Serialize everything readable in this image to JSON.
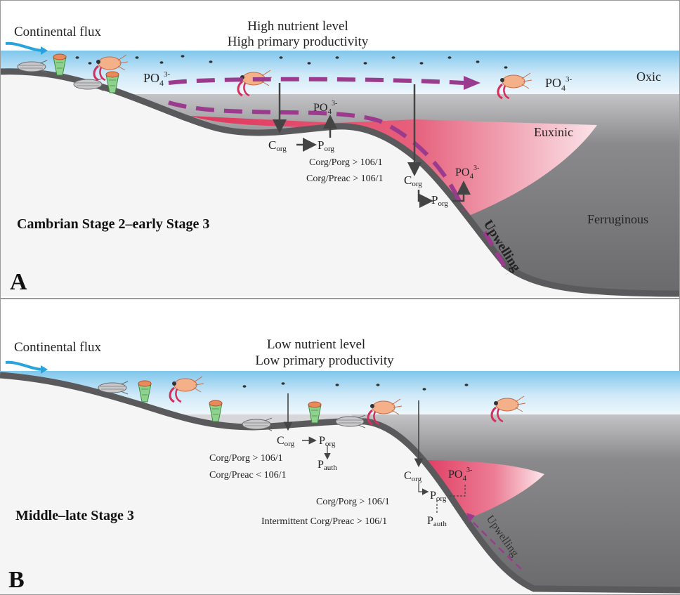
{
  "colors": {
    "water_top": "#7fc6ec",
    "water_light": "#e9f5fc",
    "deep_gray": "#6d6d6f",
    "mid_gray": "#bcbcbe",
    "seafloor": "#5a5a5c",
    "euxinic": "#e04a6a",
    "upwelling_arrow": "#9b3b8e",
    "flux_arrow": "#2aa3dc"
  },
  "panel_a": {
    "letter": "A",
    "continental_flux": "Continental flux",
    "nutrient_line1": "High nutrient level",
    "nutrient_line2": "High primary productivity",
    "oxic": "Oxic",
    "euxinic": "Euxinic",
    "ferruginous": "Ferruginous",
    "stage": "Cambrian Stage 2–early Stage 3",
    "upwelling": "Upwelling",
    "po4": "PO",
    "po4_sub": "4",
    "po4_sup": "3-",
    "c": "C",
    "c_sub": "org",
    "p": "P",
    "p_sub": "org",
    "ratio1": "Corg/Porg > 106/1",
    "ratio2": "Corg/Preac > 106/1"
  },
  "panel_b": {
    "letter": "B",
    "continental_flux": "Continental flux",
    "nutrient_line1": "Low nutrient level",
    "nutrient_line2": "Low primary productivity",
    "stage": "Middle–late Stage 3",
    "upwelling": "Upwelling",
    "po4": "PO",
    "po4_sub": "4",
    "po4_sup": "3-",
    "c": "C",
    "c_sub": "org",
    "p": "P",
    "p_sub": "org",
    "pauth": "P",
    "pauth_sub": "auth",
    "ratio1": "Corg/Porg > 106/1",
    "ratio2": "Corg/Preac < 106/1",
    "ratio3": "Corg/Porg > 106/1",
    "ratio4": "Intermittent  Corg/Preac > 106/1"
  }
}
